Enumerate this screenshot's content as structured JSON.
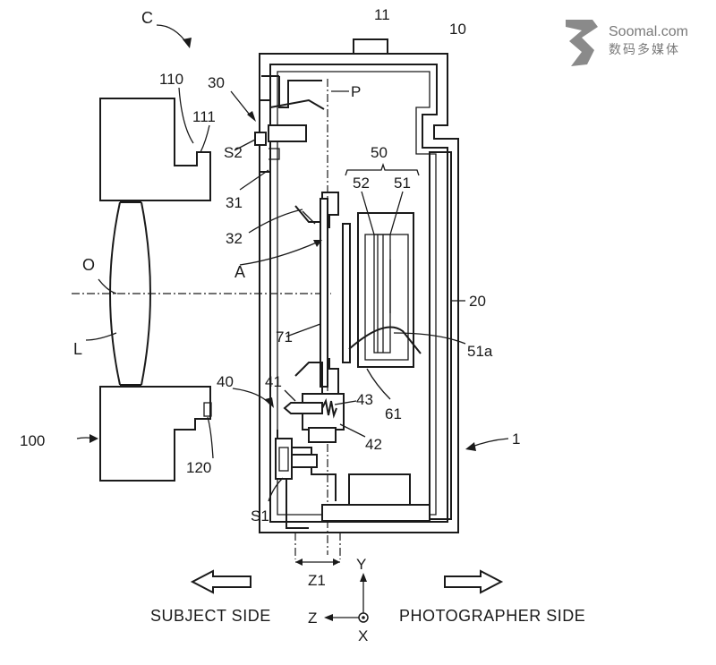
{
  "watermark": {
    "site": "Soomal.com",
    "subtitle": "数码多媒体"
  },
  "labels": {
    "C": "C",
    "n110": "110",
    "n111": "111",
    "n30": "30",
    "S2": "S2",
    "n31": "31",
    "n32": "32",
    "n11": "11",
    "n10": "10",
    "P": "P",
    "n50": "50",
    "n52": "52",
    "n51": "51",
    "O": "O",
    "A": "A",
    "n20": "20",
    "L": "L",
    "n71": "71",
    "n51a": "51a",
    "n40": "40",
    "n41": "41",
    "n43": "43",
    "n61": "61",
    "n42": "42",
    "n100": "100",
    "n120": "120",
    "n1": "1",
    "S1": "S1",
    "Z1": "Z1",
    "Y": "Y",
    "Z": "Z",
    "X": "X"
  },
  "sides": {
    "subject": "SUBJECT SIDE",
    "photographer": "PHOTOGRAPHER SIDE"
  }
}
